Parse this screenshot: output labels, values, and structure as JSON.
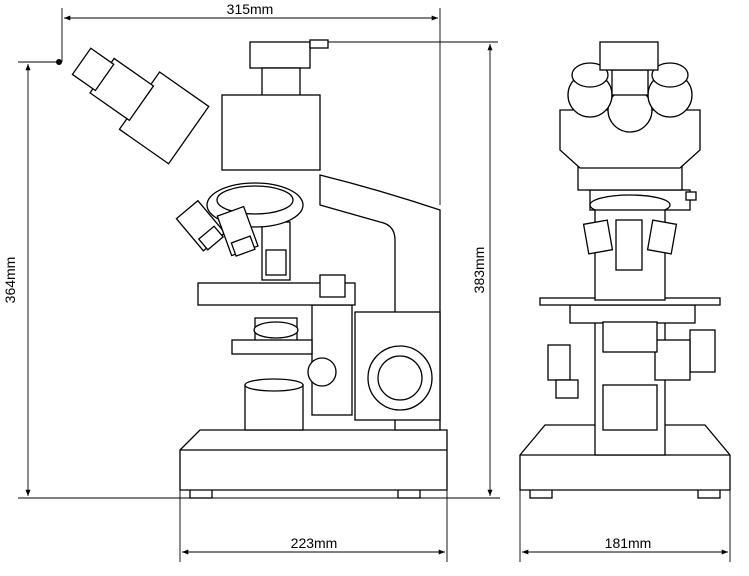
{
  "title": "Microscope dimension drawing",
  "dimensions": {
    "overall_width": "315mm",
    "height_to_eyepiece": "364mm",
    "overall_height": "383mm",
    "base_depth": "223mm",
    "base_width": "181mm"
  },
  "colors": {
    "line": "#000000",
    "background": "#ffffff"
  }
}
